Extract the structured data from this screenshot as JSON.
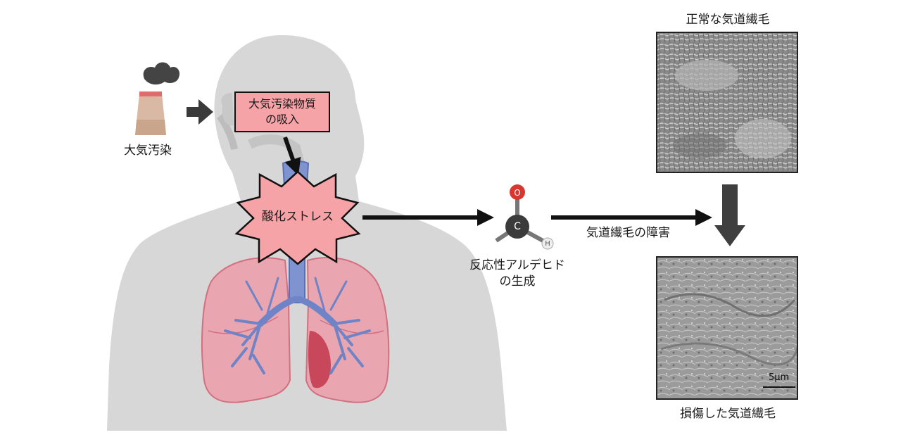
{
  "pollution": {
    "label": "大気汚染"
  },
  "inhalation": {
    "line1": "大気汚染物質",
    "line2": "の吸入"
  },
  "stress": {
    "label": "酸化ストレス"
  },
  "molecule": {
    "atom_o": "O",
    "atom_c": "C",
    "atom_h": "H",
    "line1": "反応性アルデヒド",
    "line2": "の生成"
  },
  "damage_arrow": {
    "label": "気道繊毛の障害"
  },
  "normal_cilia": {
    "title": "正常な気道繊毛"
  },
  "damaged_cilia": {
    "title": "損傷した気道繊毛",
    "scale_bar": "5μm"
  },
  "colors": {
    "body": "#d7d7d7",
    "box_fill": "#f6a3a8",
    "lung": "#e07f8c",
    "bronchi": "#6f84c7",
    "oxygen": "#d9362f",
    "carbon": "#3b3b3b"
  }
}
